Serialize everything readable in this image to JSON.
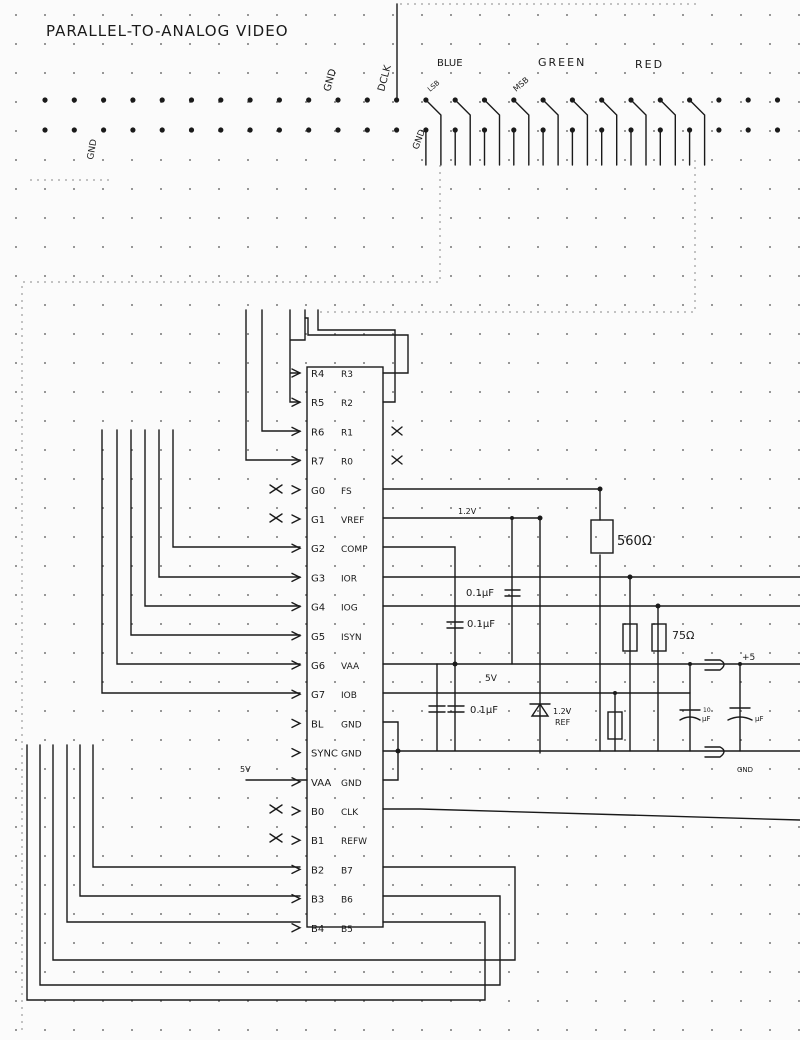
{
  "title": "PARALLEL-TO-ANALOG VIDEO",
  "header": {
    "gnd_top": "GND",
    "gnd_left": "GND",
    "gnd_conn": "GND",
    "dclk": "DCLK",
    "blue": "BLUE",
    "green": "GREEN",
    "red": "RED",
    "lsb": "LSB",
    "msb": "MSB"
  },
  "chip": {
    "left_pins": [
      "R4",
      "R5",
      "R6",
      "R7",
      "G0",
      "G1",
      "G2",
      "G3",
      "G4",
      "G5",
      "G6",
      "G7",
      "BL",
      "SYNC",
      "VAA",
      "B0",
      "B1",
      "B2",
      "B3",
      "B4"
    ],
    "right_pins": [
      "R3",
      "R2",
      "R1",
      "R0",
      "FS",
      "VREF",
      "COMP",
      "IOR",
      "IOG",
      "ISYN",
      "VAA",
      "IOB",
      "GND",
      "GND",
      "GND",
      "CLK",
      "REFW",
      "B7",
      "B6",
      "B5"
    ]
  },
  "annotations": {
    "vaa_in": "5V",
    "vref": "1.2V",
    "r_fs": "560Ω",
    "cap_vref": "0.1µF",
    "cap_comp": "0.1µF",
    "cap_vaa": "0.1µF",
    "rail_5v": "5V",
    "r_load": "75Ω",
    "zener": "1.2V",
    "zener_ref": "REF",
    "plus5": "+5",
    "cap_10": "10",
    "cap_10_unit": "µF",
    "cap_x_unit": "µF",
    "gnd_out": "GND"
  }
}
